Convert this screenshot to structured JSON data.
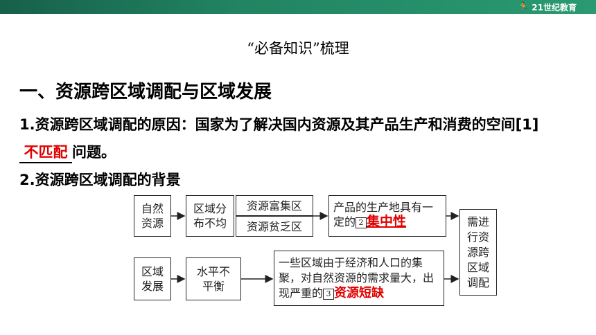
{
  "header": {
    "logo_text": "21世纪教育",
    "runner_icon": "runner-icon"
  },
  "subtitle": "“必备知识”梳理",
  "section_title": "一、资源跨区域调配与区域发展",
  "item1": {
    "prefix": "1.资源跨区域调配的原因：国家为了解决国内资源及其产品生产和消费的空间[1]",
    "answer": "不匹配",
    "suffix": "问题。"
  },
  "item2": "2.资源跨区域调配的背景",
  "diagram": {
    "box_natural": "自然资源",
    "box_uneven": "区域分布不均",
    "box_rich": "资源富集区",
    "box_poor": "资源贫乏区",
    "box_production_text": "产品的生产地具有一定的",
    "box_production_num": "2",
    "box_production_answer": "集中性",
    "box_need": "需进行资源跨区域调配",
    "box_region_dev": "区域发展",
    "box_imbalance": "水平不平衡",
    "box_shortage_text": "一些区域由于经济和人口的集聚，对自然资源的需求量大，出现严重的",
    "box_shortage_num": "3",
    "box_shortage_answer": "资源短缺"
  },
  "colors": {
    "bar": "#1f7a5a",
    "answer": "#e00000"
  }
}
